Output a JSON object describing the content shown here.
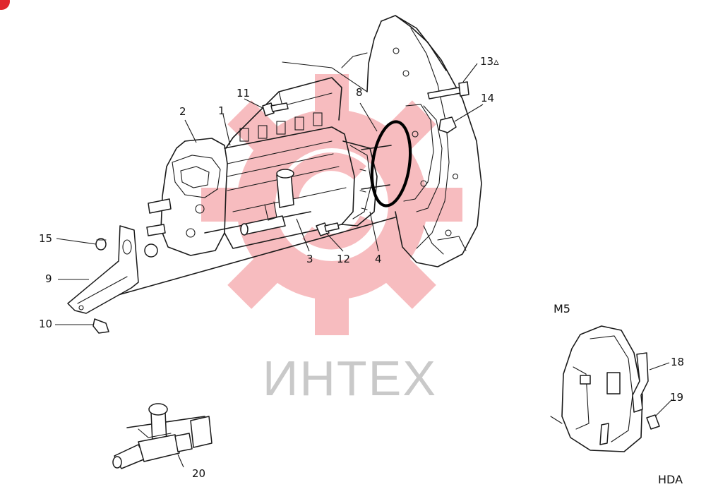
{
  "watermark": {
    "text": "ИНТЕХ",
    "gear_color": "#e8323a",
    "text_color": "#c9c9c9"
  },
  "callouts": [
    {
      "id": "1",
      "label": "1"
    },
    {
      "id": "2",
      "label": "2"
    },
    {
      "id": "3",
      "label": "3"
    },
    {
      "id": "4",
      "label": "4"
    },
    {
      "id": "8",
      "label": "8"
    },
    {
      "id": "9",
      "label": "9"
    },
    {
      "id": "10",
      "label": "10"
    },
    {
      "id": "11",
      "label": "11"
    },
    {
      "id": "12",
      "label": "12"
    },
    {
      "id": "13a",
      "label": "13▵"
    },
    {
      "id": "14",
      "label": "14"
    },
    {
      "id": "15",
      "label": "15"
    },
    {
      "id": "18",
      "label": "18"
    },
    {
      "id": "19",
      "label": "19"
    },
    {
      "id": "20",
      "label": "20"
    }
  ],
  "variant_labels": {
    "m5": "M5",
    "hda": "HDA"
  },
  "colors": {
    "line": "#1a1a1a",
    "o_ring": "#000000",
    "badge": "#e0262e"
  }
}
